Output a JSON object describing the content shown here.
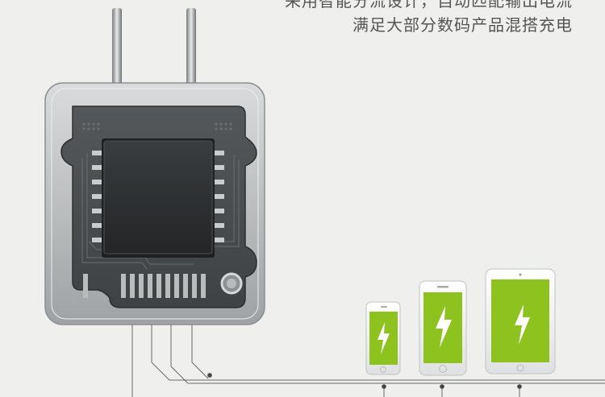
{
  "headline": {
    "line1": "采用智能分流设计，自动匹配输出电流",
    "line2": "满足大部分数码产品混搭充电"
  },
  "devices": [
    {
      "kind": "small-phone",
      "icon": "lightning-bolt-icon",
      "screen_color": "#8dc21f"
    },
    {
      "kind": "large-phone",
      "icon": "lightning-bolt-icon",
      "screen_color": "#8dc21f"
    },
    {
      "kind": "tablet",
      "icon": "lightning-bolt-icon",
      "screen_color": "#8dc21f"
    }
  ],
  "colors": {
    "background": "#efefee",
    "charger_shell": "#b5b8ba",
    "circuit_board": "#4a4d4f",
    "chip": "#2f3234",
    "accent_green": "#8dc21f",
    "wire": "#6b6b6b"
  }
}
